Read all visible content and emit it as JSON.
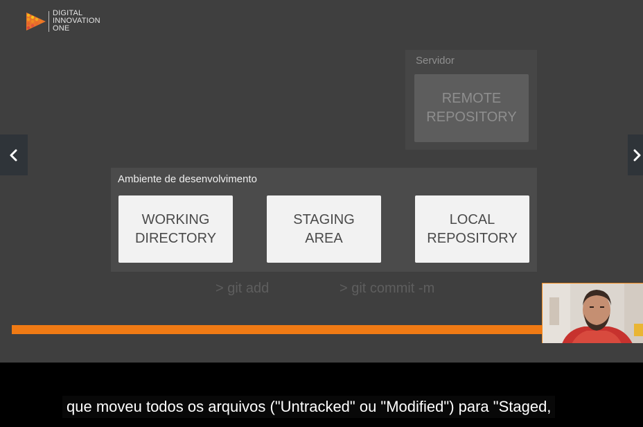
{
  "logo": {
    "line1": "DIGITAL",
    "line2": "INNOVATION",
    "line3": "ONE"
  },
  "slide": {
    "server_label": "Servidor",
    "remote_repository_line1": "REMOTE",
    "remote_repository_line2": "REPOSITORY",
    "environment_label": "Ambiente de desenvolvimento",
    "working_directory_line1": "WORKING",
    "working_directory_line2": "DIRECTORY",
    "staging_area_line1": "STAGING",
    "staging_area_line2": "AREA",
    "local_repository_line1": "LOCAL",
    "local_repository_line2": "REPOSITORY",
    "cmd_add": "> git add",
    "cmd_commit": "> git commit -m"
  },
  "navigation": {
    "prev_icon": "chevron-left-icon",
    "next_icon": "chevron-right-icon"
  },
  "caption": {
    "text": "que moveu todos os arquivos (\"Untracked\" ou \"Modified\") para \"Staged,"
  },
  "colors": {
    "accent_orange": "#f07a14",
    "slide_bg": "#3f3f3f",
    "box_bg": "#f2f2f2"
  }
}
